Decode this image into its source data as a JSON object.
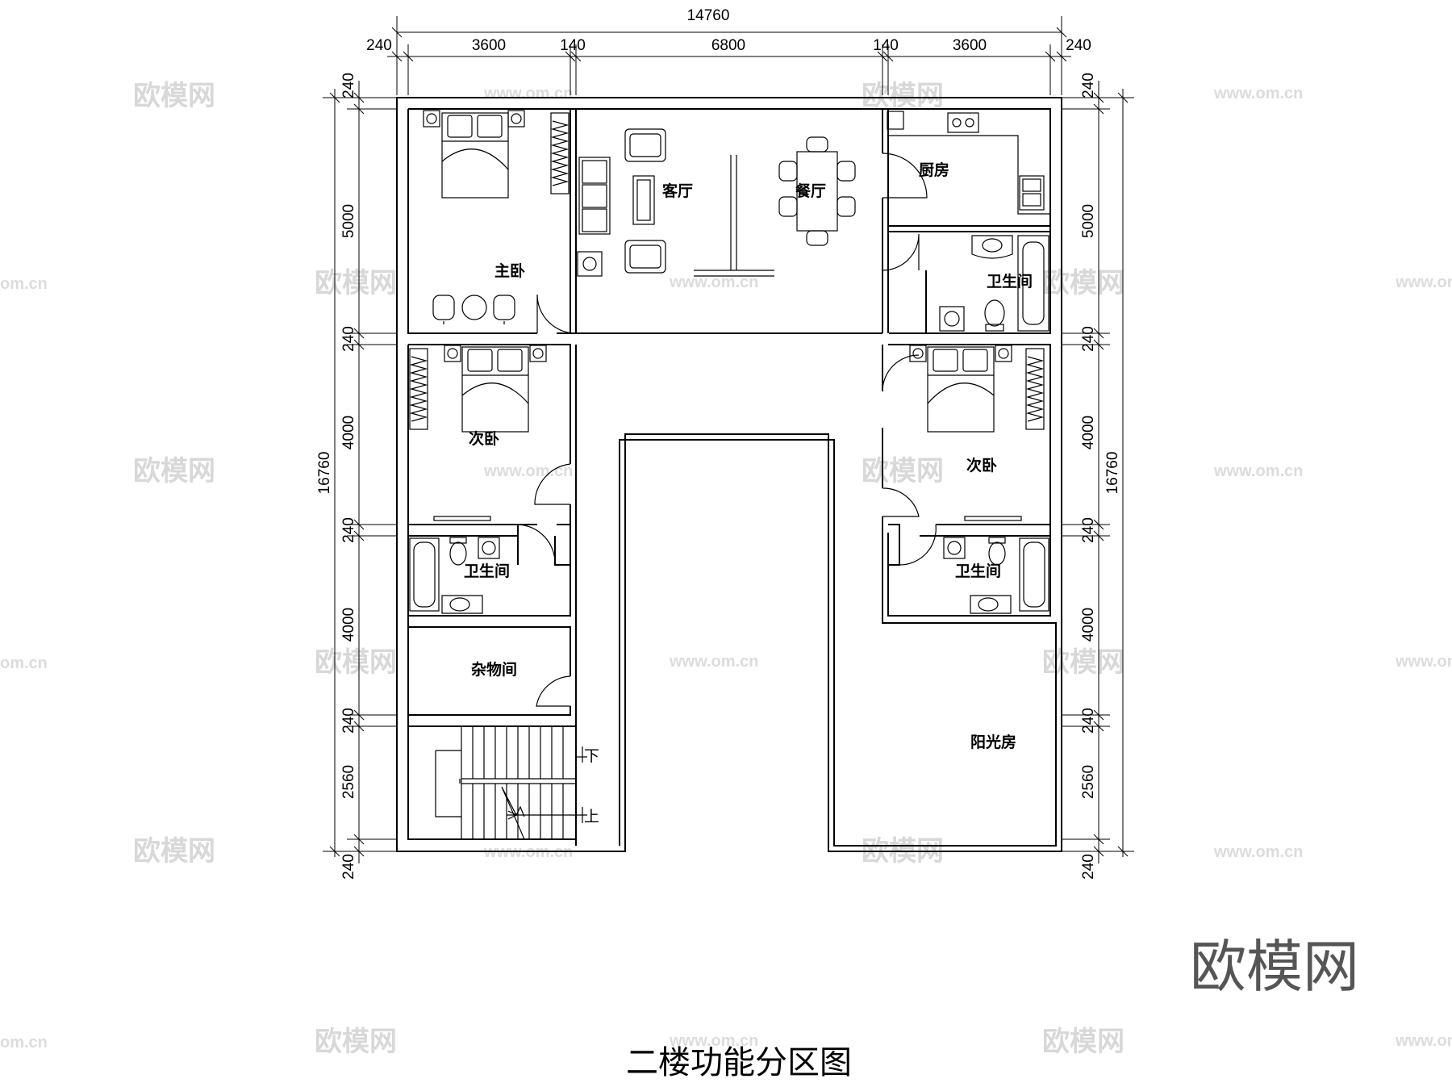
{
  "title": "二楼功能分区图",
  "logo": "欧模网",
  "watermark": {
    "text": "欧模网",
    "url": "www.om.cn",
    "url_short": "om.cn"
  },
  "dimensions": {
    "top_total": "14760",
    "top_segments": [
      "240",
      "3600",
      "140",
      "6800",
      "140",
      "3600",
      "240"
    ],
    "left_total": "16760",
    "left_segments": [
      "240",
      "5000",
      "240",
      "4000",
      "240",
      "4000",
      "240",
      "2560",
      "240"
    ],
    "right_total": "16760",
    "right_segments": [
      "240",
      "5000",
      "240",
      "4000",
      "240",
      "4000",
      "240",
      "2560",
      "240"
    ]
  },
  "rooms": {
    "master_bedroom": "主卧",
    "living_room": "客厅",
    "dining_room": "餐厅",
    "kitchen": "厨房",
    "bathroom_ne": "卫生间",
    "bedroom_w": "次卧",
    "bedroom_e": "次卧",
    "bathroom_w": "卫生间",
    "bathroom_e": "卫生间",
    "storage": "杂物间",
    "sunroom": "阳光房"
  },
  "stairs": {
    "down": "下",
    "up": "上"
  }
}
